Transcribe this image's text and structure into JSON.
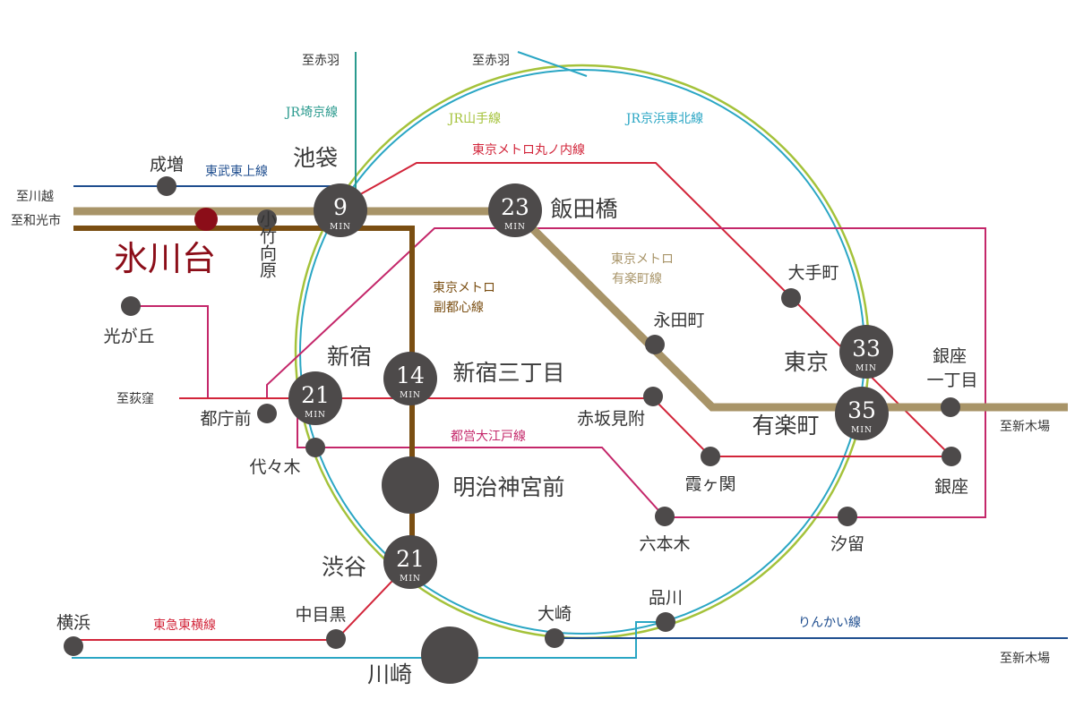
{
  "colors": {
    "jr_saikyo": "#2a9a8e",
    "jr_yamanote": "#a4c23a",
    "jr_keihin_tohoku": "#2aa6c4",
    "tobu_tojo": "#1f4e8f",
    "yurakucho": "#a89468",
    "fukutoshin": "#7a4e12",
    "marunouchi": "#d2253a",
    "oedo": "#c4276a",
    "toyoko": "#d2253a",
    "rinkai": "#1f4e8f",
    "station": "#4d4a4a",
    "home": "#8b0d18"
  },
  "directions": {
    "akabane_1": "至赤羽",
    "akabane_2": "至赤羽",
    "kawagoe": "至川越",
    "wakoshi": "至和光市",
    "ogikubo": "至荻窪",
    "shinkiba_1": "至新木場",
    "shinkiba_2": "至新木場"
  },
  "lines": {
    "saikyo": "JR埼京線",
    "yamanote": "JR山手線",
    "keihin_tohoku": "JR京浜東北線",
    "tobu_tojo": "東武東上線",
    "marunouchi": "東京メトロ丸ノ内線",
    "yurakucho_1": "東京メトロ",
    "yurakucho_2": "有楽町線",
    "fukutoshin_1": "東京メトロ",
    "fukutoshin_2": "副都心線",
    "oedo": "都営大江戸線",
    "toyoko": "東急東横線",
    "rinkai": "りんかい線"
  },
  "home_station": "氷川台",
  "stations": {
    "narimasu": "成増",
    "kotakemukaihara": "小竹向原",
    "hikarigaoka": "光が丘",
    "tochomae": "都庁前",
    "yoyogi": "代々木",
    "ikebukuro": "池袋",
    "iidabashi": "飯田橋",
    "shinjuku": "新宿",
    "shinjuku_sanchome": "新宿三丁目",
    "meiji_jingumae": "明治神宮前",
    "shibuya": "渋谷",
    "nakameguro": "中目黒",
    "yokohama": "横浜",
    "kawasaki": "川崎",
    "osaki": "大崎",
    "shinagawa": "品川",
    "otemachi": "大手町",
    "nagatacho": "永田町",
    "akasaka_mitsuke": "赤坂見附",
    "kasumigaseki": "霞ヶ関",
    "roppongi": "六本木",
    "shiodome": "汐留",
    "tokyo": "東京",
    "yurakucho": "有楽町",
    "ginza_1chome_1": "銀座",
    "ginza_1chome_2": "一丁目",
    "ginza": "銀座"
  },
  "minutes": {
    "ikebukuro": "9",
    "iidabashi": "23",
    "shinjuku": "21",
    "shinjuku_sanchome": "14",
    "shibuya": "21",
    "tokyo": "33",
    "yurakucho": "35",
    "unit": "MIN"
  }
}
